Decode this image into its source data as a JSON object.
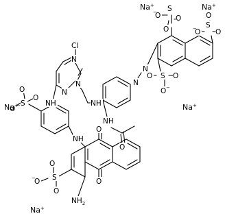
{
  "structure": {
    "sodium_ions": [
      "Na",
      "Na",
      "Na",
      "Na",
      "Na"
    ],
    "sodium_charge": "+",
    "oxide_charge": "−",
    "labels": {
      "chloro": "Cl",
      "oxygen": "O",
      "sulfur": "S",
      "nitrogen": "N",
      "imine": "NH",
      "amine": "NH2",
      "amine_main": "NH",
      "amine_sub": "2"
    },
    "colors": {
      "ink": "#000000",
      "background": "#ffffff"
    }
  }
}
